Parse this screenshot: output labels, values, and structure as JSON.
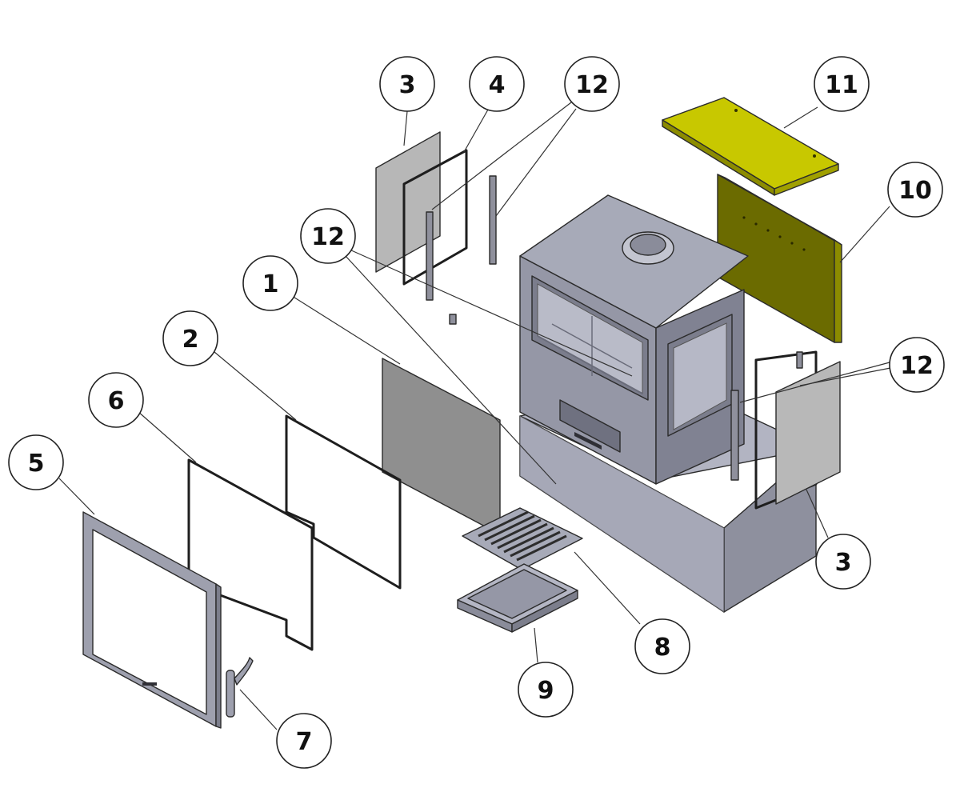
{
  "diagram": {
    "title": "Exploded view of wood-burning stove",
    "colors": {
      "body": "#a7aab8",
      "body_dark": "#8a8c9a",
      "body_darker": "#6f7180",
      "glass_light": "#b7b7b7",
      "glass_dark": "#8f8f8f",
      "baffle": "#c8c800",
      "baffle_dark": "#6b6b00",
      "line": "#2b2b2b"
    },
    "parts": [
      {
        "id": "door-glass",
        "label": "1"
      },
      {
        "id": "door-glass-seal",
        "label": "2"
      },
      {
        "id": "side-glass-left",
        "label": "3"
      },
      {
        "id": "side-glass-seal-left",
        "label": "4"
      },
      {
        "id": "door-frame",
        "label": "5"
      },
      {
        "id": "door-seal",
        "label": "6"
      },
      {
        "id": "door-handle",
        "label": "7"
      },
      {
        "id": "grate",
        "label": "8"
      },
      {
        "id": "ash-pan",
        "label": "9"
      },
      {
        "id": "rear-baffle",
        "label": "10"
      },
      {
        "id": "top-baffle",
        "label": "11"
      },
      {
        "id": "glass-clips-left-top",
        "label": "12"
      },
      {
        "id": "glass-clips-left-mid",
        "label": "12"
      },
      {
        "id": "glass-clips-right",
        "label": "12"
      },
      {
        "id": "side-glass-right",
        "label": "3"
      }
    ]
  }
}
